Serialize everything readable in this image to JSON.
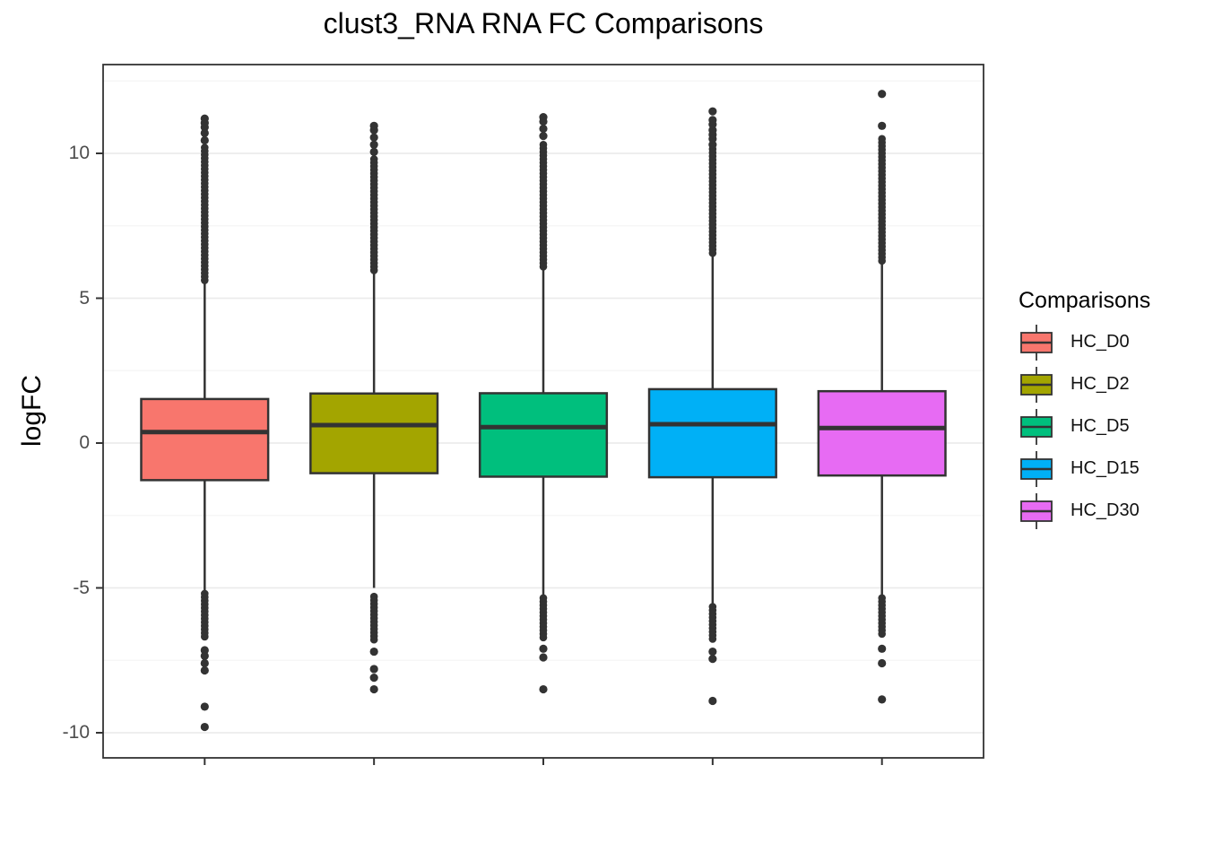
{
  "title": "clust3_RNA RNA FC Comparisons",
  "colors": {
    "background": "#FFFFFF",
    "outline": "#333333",
    "grid_major": "#EBEBEB",
    "grid_minor": "#F4F4F4",
    "tick_label": "#4D4D4D"
  },
  "chart_data": {
    "type": "boxplot",
    "title": "clust3_RNA RNA FC Comparisons",
    "xlabel": "",
    "ylabel": "logFC",
    "ylim": [
      -10.9,
      13.1
    ],
    "yticks": [
      10,
      5,
      0,
      -5,
      -10
    ],
    "ytick_labels": [
      "10",
      "5",
      "0",
      "-5",
      "-10"
    ],
    "yticks_minor": [
      12.5,
      7.5,
      2.5,
      -2.5,
      -7.5
    ],
    "grid": true,
    "legend_title": "Comparisons",
    "legend_position": "right",
    "x_tick_labels_shown": false,
    "categories": [
      "HC_D0",
      "HC_D2",
      "HC_D5",
      "HC_D15",
      "HC_D30"
    ],
    "groups": [
      {
        "label": "HC_D0",
        "color": "#F8766D",
        "q1": -1.28,
        "median": 0.38,
        "q3": 1.52,
        "whisker_low": -5.15,
        "whisker_high": 5.5,
        "outlier_strip_high": [
          5.55,
          10.2
        ],
        "outlier_dots_high": [
          10.45,
          10.7,
          10.9,
          11.05,
          11.2
        ],
        "outlier_strip_low": [
          -6.75,
          -5.2
        ],
        "outlier_dots_low": [
          -7.15,
          -7.35,
          -7.6,
          -7.85,
          -9.1,
          -9.8
        ]
      },
      {
        "label": "HC_D2",
        "color": "#A3A500",
        "q1": -1.04,
        "median": 0.62,
        "q3": 1.71,
        "whisker_low": -5.0,
        "whisker_high": 5.9,
        "outlier_strip_high": [
          5.95,
          9.8
        ],
        "outlier_dots_high": [
          10.05,
          10.3,
          10.55,
          10.8,
          10.95
        ],
        "outlier_strip_low": [
          -6.9,
          -5.3
        ],
        "outlier_dots_low": [
          -7.2,
          -7.8,
          -8.1,
          -8.5
        ]
      },
      {
        "label": "HC_D5",
        "color": "#00BF7D",
        "q1": -1.16,
        "median": 0.55,
        "q3": 1.72,
        "whisker_low": -5.3,
        "whisker_high": 6.0,
        "outlier_strip_high": [
          6.05,
          10.3
        ],
        "outlier_dots_high": [
          10.6,
          10.85,
          11.1,
          11.25
        ],
        "outlier_strip_low": [
          -6.8,
          -5.35
        ],
        "outlier_dots_low": [
          -7.1,
          -7.4,
          -8.5
        ]
      },
      {
        "label": "HC_D15",
        "color": "#00B0F6",
        "q1": -1.18,
        "median": 0.65,
        "q3": 1.86,
        "whisker_low": -5.6,
        "whisker_high": 6.5,
        "outlier_strip_high": [
          6.55,
          10.15
        ],
        "outlier_dots_high": [
          10.3,
          10.5,
          10.65,
          10.8,
          11.0,
          11.15,
          11.45
        ],
        "outlier_strip_low": [
          -6.8,
          -5.65
        ],
        "outlier_dots_low": [
          -7.2,
          -7.45,
          -8.9
        ]
      },
      {
        "label": "HC_D30",
        "color": "#E76BF3",
        "q1": -1.12,
        "median": 0.52,
        "q3": 1.79,
        "whisker_low": -5.3,
        "whisker_high": 6.2,
        "outlier_strip_high": [
          6.25,
          10.5
        ],
        "outlier_dots_high": [
          10.95,
          12.05
        ],
        "outlier_strip_low": [
          -6.7,
          -5.35
        ],
        "outlier_dots_low": [
          -7.1,
          -7.6,
          -8.85
        ]
      }
    ]
  }
}
